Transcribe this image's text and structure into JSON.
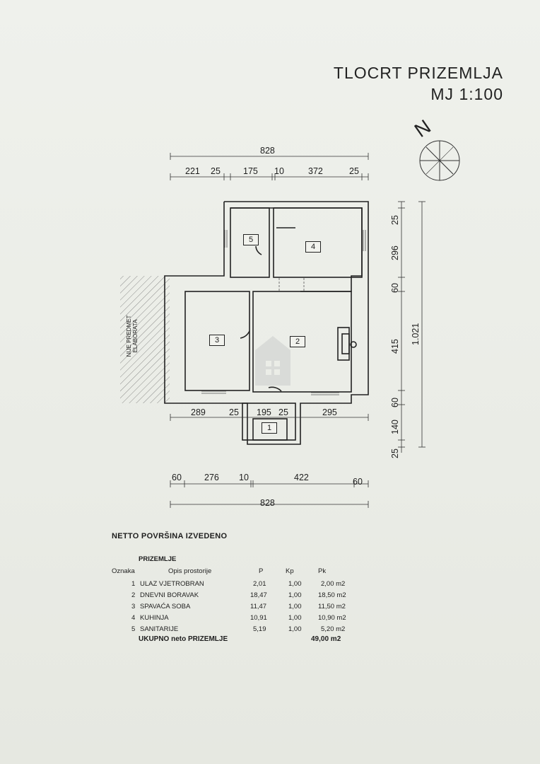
{
  "title": {
    "line1": "TLOCRT PRIZEMLJA",
    "line2": "MJ  1:100"
  },
  "north": "N",
  "dimensions": {
    "top_total": "828",
    "top_segments": [
      "221",
      "25",
      "175",
      "10",
      "372",
      "25"
    ],
    "mid_segments": [
      "289",
      "25",
      "195",
      "25",
      "295"
    ],
    "bottom_segments": [
      "60",
      "276",
      "10",
      "422",
      "60"
    ],
    "bottom_total": "828",
    "right_segments": [
      "25",
      "296",
      "60",
      "415",
      "60",
      "140",
      "25"
    ],
    "right_total": "1.021"
  },
  "rooms": [
    "1",
    "2",
    "3",
    "4",
    "5"
  ],
  "excluded_area": {
    "line1": "NIJE PREDMET",
    "line2": "ELABORATA"
  },
  "table": {
    "heading": "NETTO POVRŠINA IZVEDENO",
    "floor": "PRIZEMLJE",
    "headers": {
      "oznaka": "Oznaka",
      "opis": "Opis prostorije",
      "p": "P",
      "kp": "Kp",
      "pk": "Pk"
    },
    "rows": [
      {
        "no": "1",
        "name": "ULAZ VJETROBRAN",
        "p": "2,01",
        "kp": "1,00",
        "pk": "2,00 m2"
      },
      {
        "no": "2",
        "name": "DNEVNI BORAVAK",
        "p": "18,47",
        "kp": "1,00",
        "pk": "18,50 m2"
      },
      {
        "no": "3",
        "name": "SPAVAĆA SOBA",
        "p": "11,47",
        "kp": "1,00",
        "pk": "11,50 m2"
      },
      {
        "no": "4",
        "name": "KUHINJA",
        "p": "10,91",
        "kp": "1,00",
        "pk": "10,90 m2"
      },
      {
        "no": "5",
        "name": "SANITARIJE",
        "p": "5,19",
        "kp": "1,00",
        "pk": "5,20 m2"
      }
    ],
    "total_label": "UKUPNO neto PRIZEMLJE",
    "total_value": "49,00 m2"
  }
}
